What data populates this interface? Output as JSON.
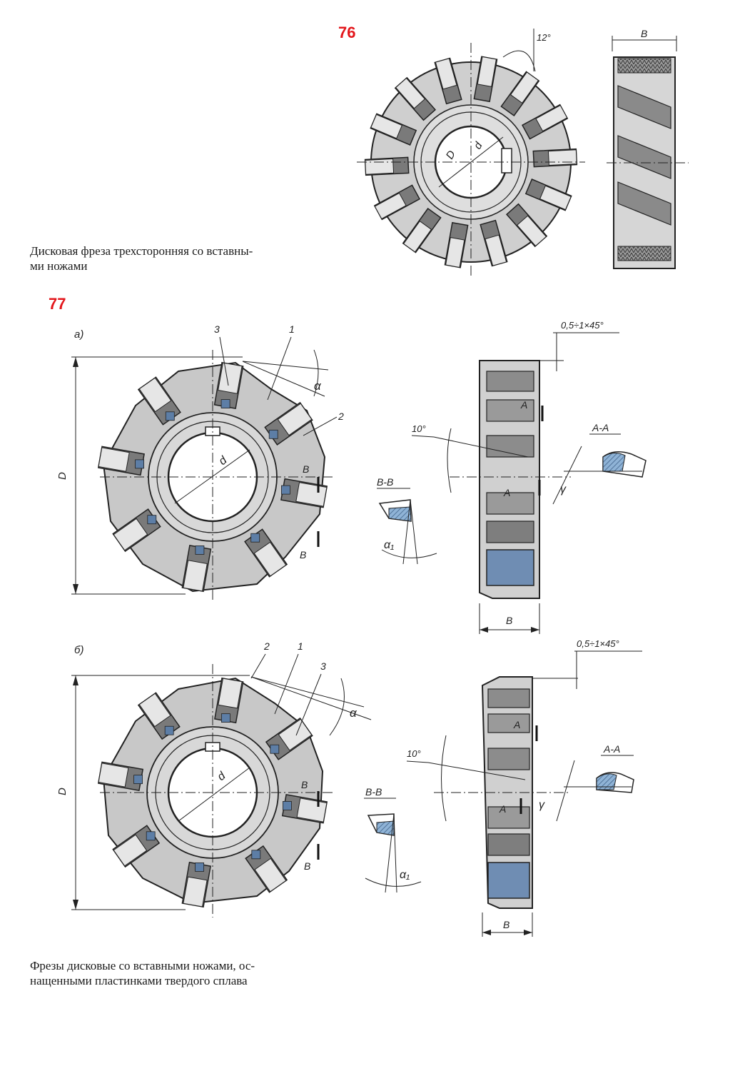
{
  "figure76": {
    "number": "76",
    "caption_line1": "Дисковая фреза трехсторонняя со вставны-",
    "caption_line2": "ми ножами",
    "angle_label": "12°",
    "label_B": "B",
    "label_D": "D",
    "label_d": "d"
  },
  "figure77": {
    "number": "77",
    "caption_line1": "Фрезы дисковые со вставными ножами, ос-",
    "caption_line2": "нащенными пластинками твердого сплава",
    "part_a": {
      "tag": "а)",
      "label_D": "D",
      "label_d": "d",
      "label_1": "1",
      "label_2": "2",
      "label_3": "3",
      "label_alpha": "α",
      "label_alpha1": "α₁",
      "label_gamma": "γ",
      "label_B_mark": "B",
      "label_B_mark2": "B",
      "label_B_width": "B",
      "label_A": "A",
      "label_A2": "A",
      "section_BB": "B-B",
      "section_AA": "A-A",
      "angle_10": "10°",
      "chamfer": "0,5÷1×45°"
    },
    "part_b": {
      "tag": "б)",
      "label_D": "D",
      "label_d": "d",
      "label_1": "1",
      "label_2": "2",
      "label_3": "3",
      "label_alpha": "α",
      "label_alpha1": "α₁",
      "label_gamma": "γ",
      "label_B_mark": "B",
      "label_B_mark2": "B",
      "label_B_width": "B",
      "label_A": "A",
      "label_A2": "A",
      "section_BB": "B-B",
      "section_AA": "A-A",
      "angle_10": "10°",
      "chamfer": "0,5÷1×45°"
    }
  },
  "colors": {
    "figure_number": "#e3161b",
    "body_gray": "#c9c9c9",
    "steel_dark": "#6e6e6e",
    "carbide_blue": "#5d7ea6",
    "line": "#222222"
  }
}
